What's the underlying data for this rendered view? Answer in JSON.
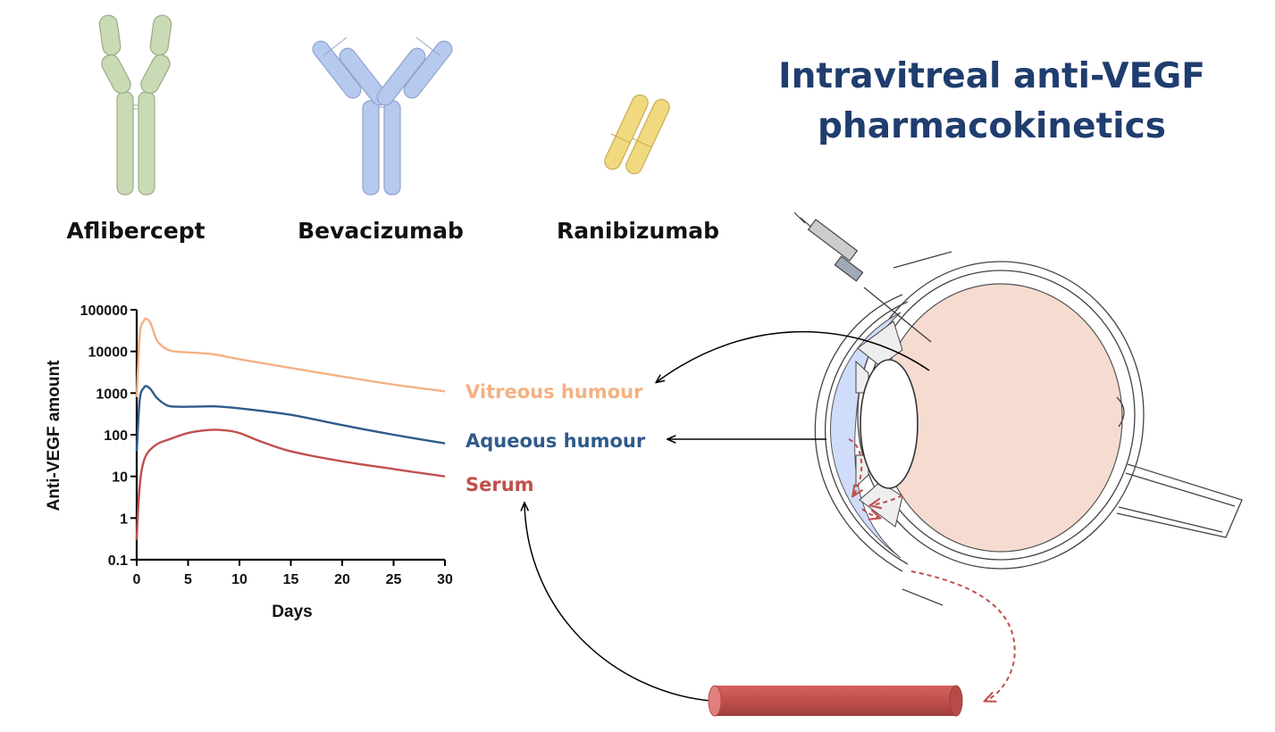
{
  "title": {
    "line1": "Intravitreal anti-VEGF",
    "line2": "pharmacokinetics"
  },
  "antibodies": [
    {
      "label": "Aflibercept",
      "color": "#c9dab5"
    },
    {
      "label": "Bevacizumab",
      "color": "#b6c9ee"
    },
    {
      "label": "Ranibizumab",
      "color": "#f1d97f"
    }
  ],
  "compartments": {
    "vitreous": {
      "label": "Vitreous humour",
      "color": "#f4b183"
    },
    "aqueous": {
      "label": "Aqueous humour",
      "color": "#2f5b8a"
    },
    "serum": {
      "label": "Serum",
      "color": "#c0504d"
    }
  },
  "chart_data": {
    "type": "line",
    "xlabel": "Days",
    "ylabel": "Anti-VEGF amount",
    "xlim": [
      0,
      30
    ],
    "ylim": [
      0.1,
      100000
    ],
    "yscale": "log",
    "xticks": [
      "0",
      "5",
      "10",
      "15",
      "20",
      "25",
      "30"
    ],
    "yticks": [
      "0.1",
      "1",
      "10",
      "100",
      "1000",
      "10000",
      "100000"
    ],
    "grid": false,
    "series": [
      {
        "key": "vitreous",
        "color": "#f4b183",
        "x": [
          0,
          0.3,
          0.7,
          1.0,
          1.4,
          2.0,
          3.0,
          4.0,
          5.0,
          7.5,
          10,
          15,
          20,
          25,
          30
        ],
        "y": [
          800,
          25000,
          55000,
          60000,
          45000,
          18000,
          11000,
          9800,
          9500,
          8500,
          6500,
          4000,
          2500,
          1600,
          1100
        ]
      },
      {
        "key": "aqueous",
        "color": "#2f5b8a",
        "x": [
          0,
          0.3,
          0.7,
          1.0,
          1.4,
          2.0,
          3.0,
          4.0,
          5.0,
          7.5,
          10,
          15,
          20,
          25,
          30
        ],
        "y": [
          40,
          700,
          1350,
          1450,
          1200,
          750,
          500,
          470,
          470,
          480,
          430,
          300,
          170,
          100,
          62
        ]
      },
      {
        "key": "serum",
        "color": "#c0504d",
        "x": [
          0,
          0.2,
          0.5,
          1.0,
          2.0,
          3.0,
          5.0,
          7.0,
          8.5,
          10,
          12,
          15,
          20,
          25,
          30
        ],
        "y": [
          0.3,
          3,
          15,
          35,
          60,
          75,
          110,
          130,
          128,
          110,
          70,
          40,
          23,
          15,
          10
        ]
      }
    ]
  }
}
